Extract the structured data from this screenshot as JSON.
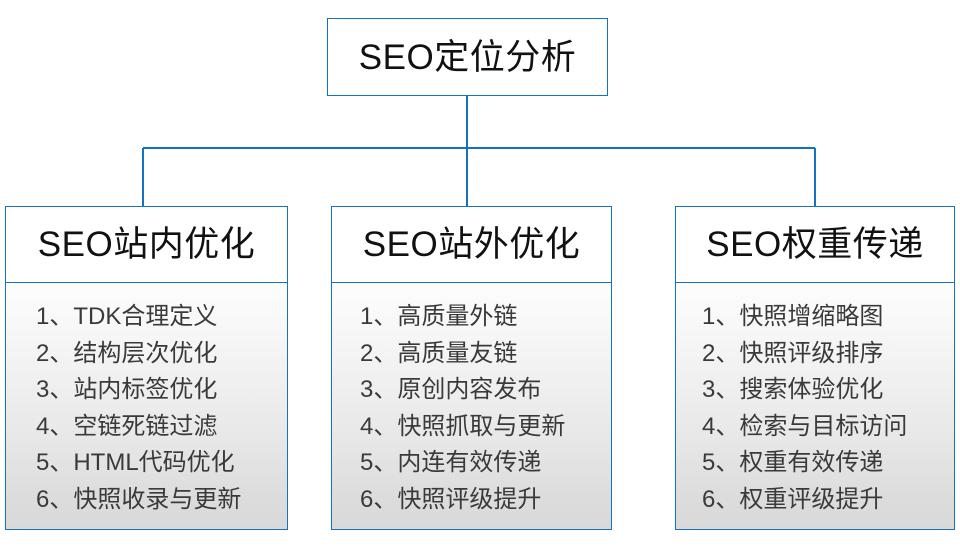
{
  "diagram": {
    "type": "org-chart",
    "root": {
      "label": "SEO定位分析"
    },
    "branches": [
      {
        "title": "SEO站内优化",
        "items": [
          "1、TDK合理定义",
          "2、结构层次优化",
          "3、站内标签优化",
          "4、空链死链过滤",
          "5、HTML代码优化",
          "6、快照收录与更新"
        ]
      },
      {
        "title": "SEO站外优化",
        "items": [
          "1、高质量外链",
          "2、高质量友链",
          "3、原创内容发布",
          "4、快照抓取与更新",
          "5、内连有效传递",
          "6、快照评级提升"
        ]
      },
      {
        "title": "SEO权重传递",
        "items": [
          "1、快照增缩略图",
          "2、快照评级排序",
          "3、搜索体验优化",
          "4、检索与目标访问",
          "5、权重有效传递",
          "6、权重评级提升"
        ]
      }
    ],
    "colors": {
      "border_blue": "#1272C4",
      "header_background": "#ffffff",
      "body_gradient_top": "#fdfdfd",
      "body_gradient_bottom": "#d9d9d9",
      "title_text": "#111111",
      "item_text": "#3a3a3a",
      "canvas_background": "#ffffff"
    }
  }
}
